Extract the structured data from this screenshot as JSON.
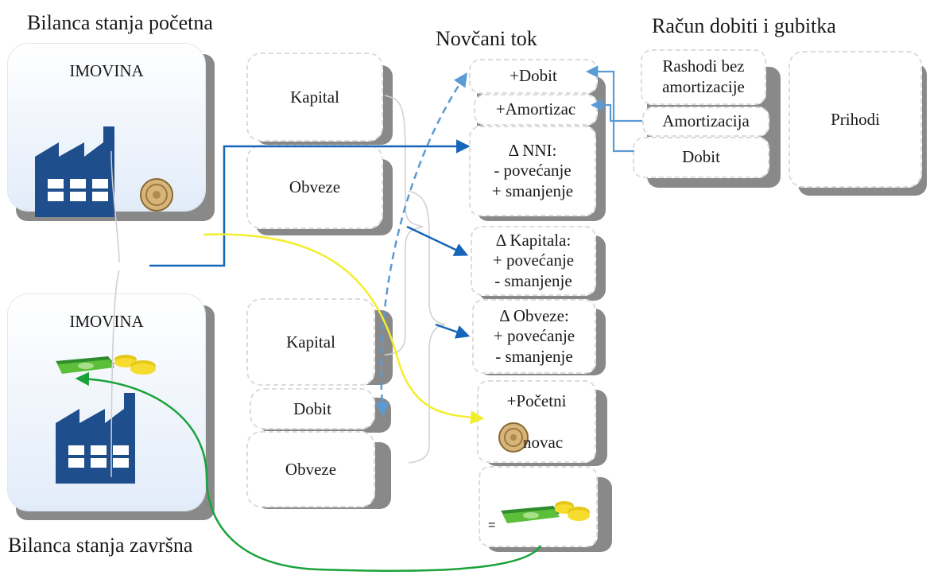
{
  "headings": {
    "opening_balance": "Bilanca stanja početna",
    "cash_flow": "Novčani tok",
    "income_statement": "Račun dobiti i gubitka",
    "closing_balance": "Bilanca stanja završna"
  },
  "opening": {
    "assets": "IMOVINA",
    "capital": "Kapital",
    "liabilities": "Obveze"
  },
  "closing": {
    "assets": "IMOVINA",
    "capital": "Kapital",
    "profit": "Dobit",
    "liabilities": "Obveze"
  },
  "cash_flow": {
    "profit": "+Dobit",
    "amortization": "+Amortizac",
    "nni_title": "Δ NNI:",
    "nni_increase": "- povećanje",
    "nni_decrease": "+ smanjenje",
    "capital_title": "Δ Kapitala:",
    "capital_increase": "+ povećanje",
    "capital_decrease": "- smanjenje",
    "liab_title": "Δ Obveze:",
    "liab_increase": "+ povećanje",
    "liab_decrease": "- smanjenje",
    "initial_top": "+Početni",
    "initial_bottom": "novac",
    "equals": "="
  },
  "income": {
    "expenses_line1": "Rashodi bez",
    "expenses_line2": "amortizacije",
    "amortization": "Amortizacija",
    "profit": "Dobit",
    "revenue": "Prihodi"
  },
  "colors": {
    "flow_blue": "#1565b8",
    "light_blue": "#5b9bd5",
    "yellow": "#f2ee2b",
    "green": "#1aa23a",
    "factory": "#1f4e8c"
  }
}
